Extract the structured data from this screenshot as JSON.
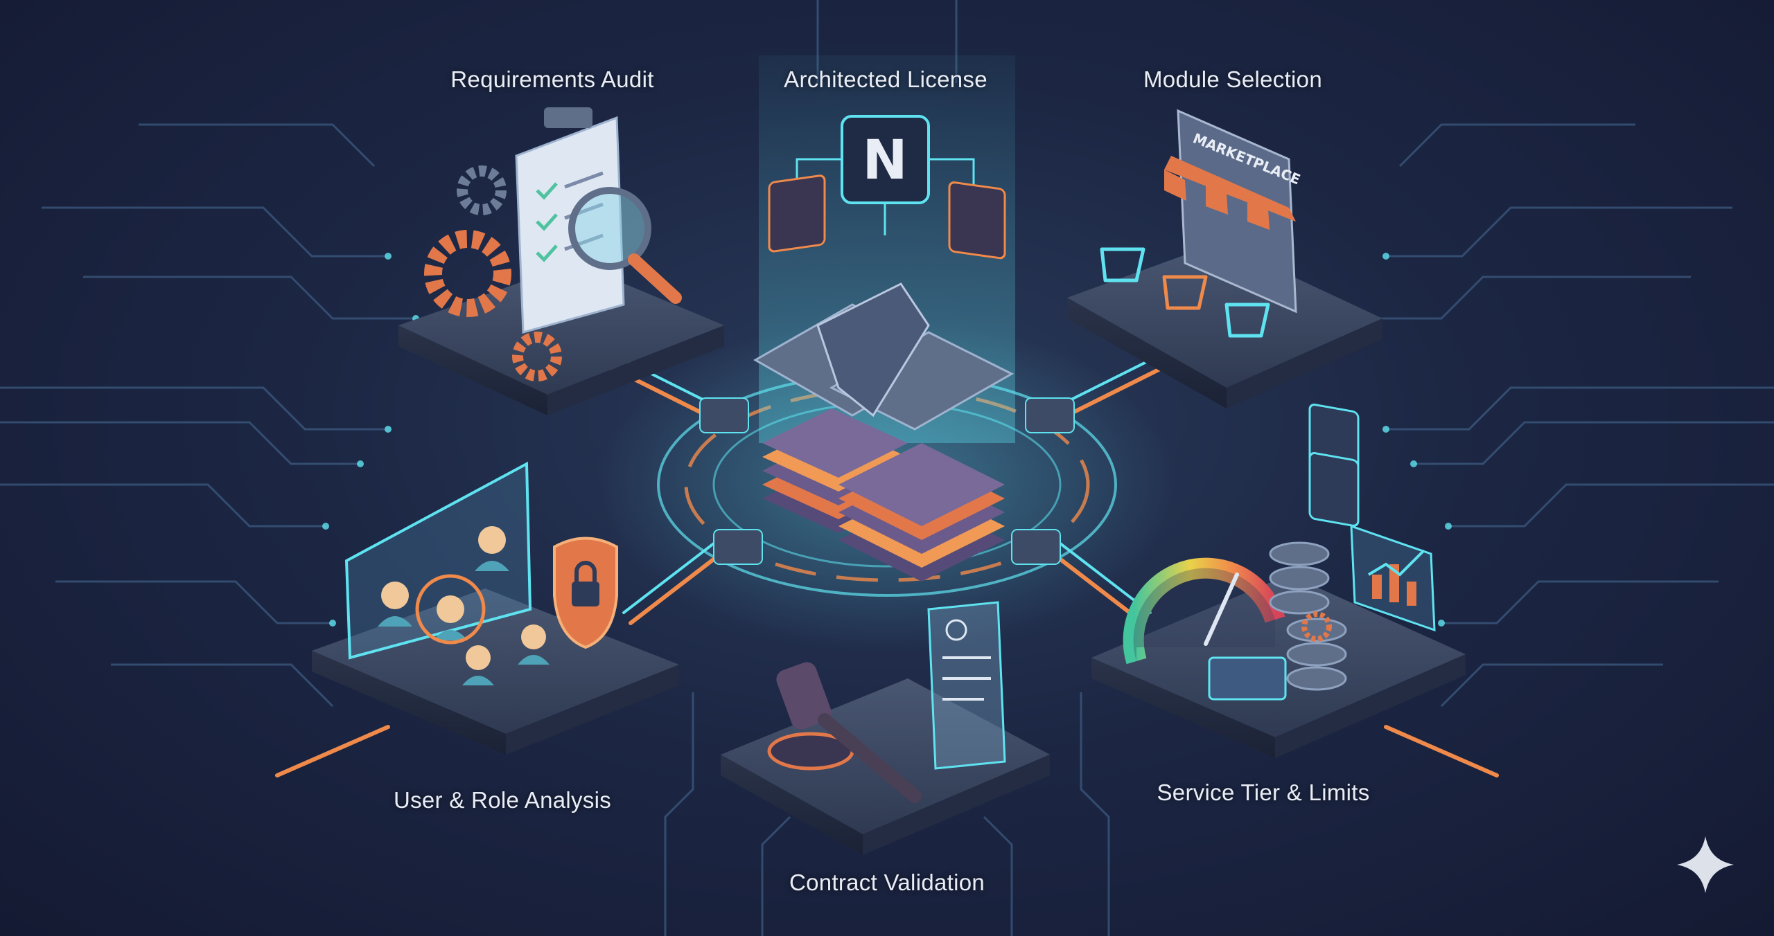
{
  "labels": {
    "requirements_audit": "Requirements Audit",
    "architected_license": "Architected License",
    "module_selection": "Module Selection",
    "user_role_analysis": "User & Role Analysis",
    "contract_validation": "Contract Validation",
    "service_tier_limits": "Service Tier & Limits"
  },
  "icons": {
    "center": "stacked-n-logo-icon",
    "top_license": "n-logo-chip-icon",
    "requirements": "checklist-magnifier-icon",
    "module": "marketplace-store-icon",
    "users": "user-profiles-shield-icon",
    "contract": "gavel-document-icon",
    "service": "gauge-database-icon",
    "badge": "sparkle-star-icon"
  },
  "colors": {
    "background": "#1c2744",
    "accent_cyan": "#5fe3f0",
    "accent_orange": "#f08a4b",
    "platform": "#3a4660",
    "text": "#e9edf6"
  }
}
